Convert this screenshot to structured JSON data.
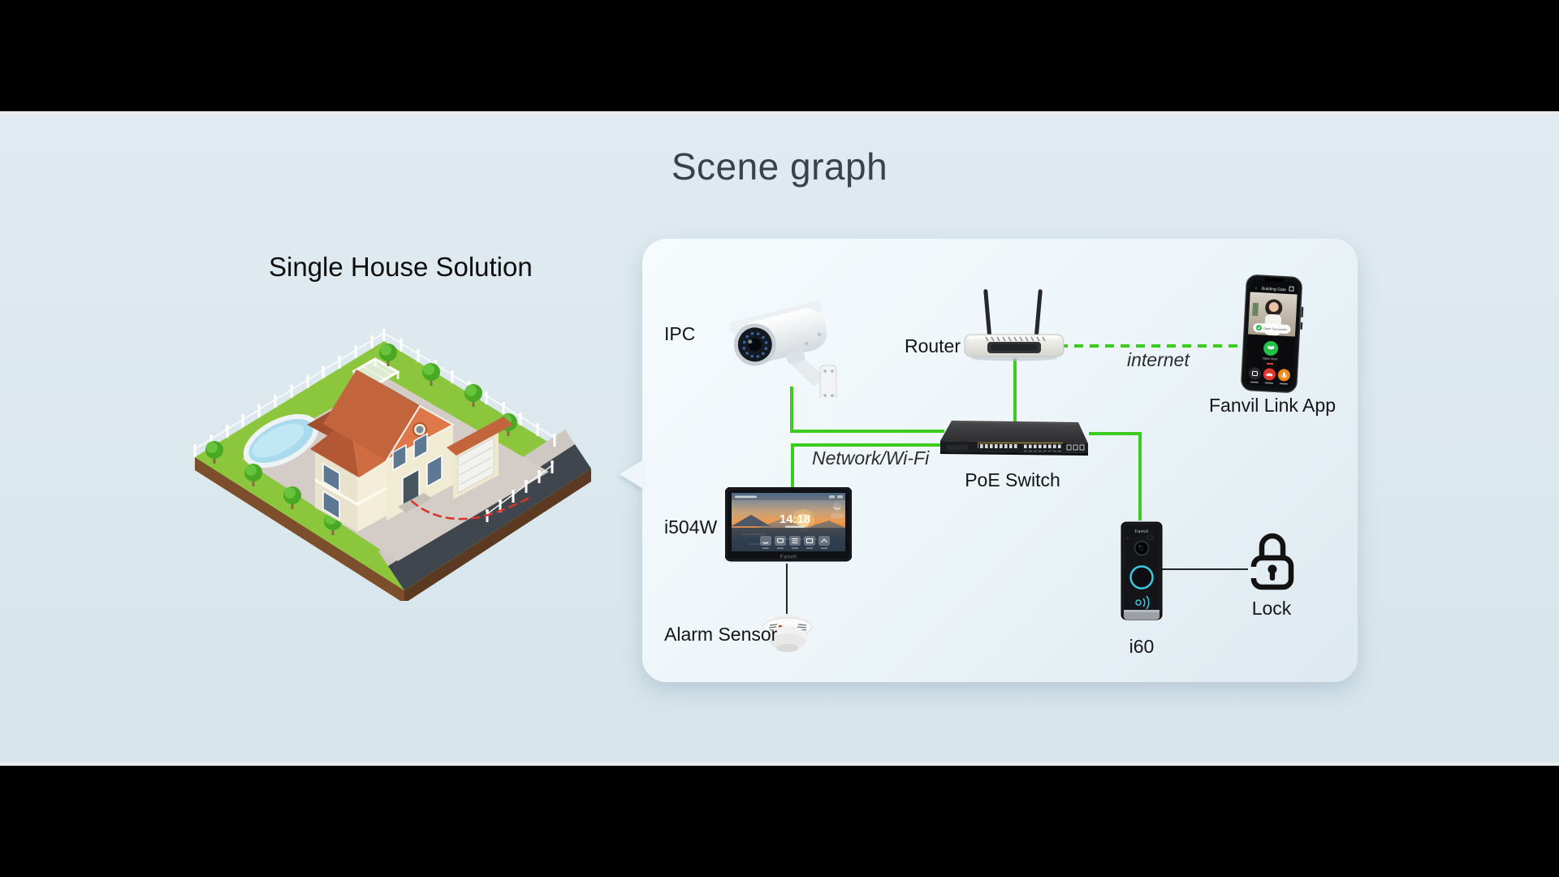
{
  "title": "Scene graph",
  "scene": {
    "heading": "Single House Solution"
  },
  "labels": {
    "ipc": "IPC",
    "router": "Router",
    "internet": "internet",
    "app": "Fanvil Link App",
    "switch": "PoE Switch",
    "network": "Network/Wi-Fi",
    "monitor": "i504W",
    "alarm": "Alarm Sensor",
    "doorphone": "i60",
    "lock": "Lock"
  },
  "phone": {
    "header": "Building Gate",
    "toast": "Open Successful",
    "action": "Open Door"
  },
  "monitor_screen": {
    "time": "14:18",
    "brand": "Fanvil"
  },
  "doorphone_screen": {
    "brand": "Fanvil"
  },
  "colors": {
    "accent_green": "#3ecb1f",
    "background_blue": "#dbe8ee",
    "letterbox": "#000000",
    "panel_light": "#f6fbfd",
    "doorbell_ring_cyan": "#3ec8de",
    "path_dash_red": "#d9342b"
  }
}
